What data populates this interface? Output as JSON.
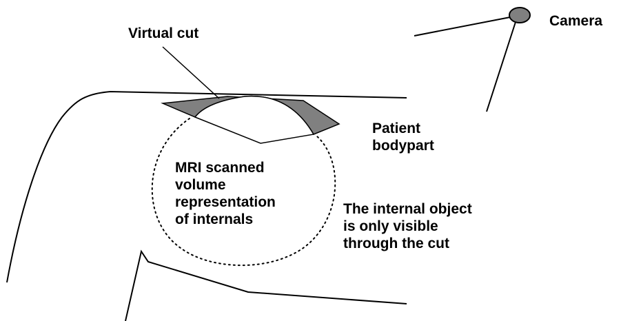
{
  "diagram": {
    "labels": {
      "camera": "Camera",
      "virtual_cut": "Virtual cut",
      "patient_bodypart": [
        "Patient",
        "bodypart"
      ],
      "mri_volume": [
        "MRI scanned",
        "volume",
        "representation",
        "of internals"
      ],
      "internal_object": [
        "The internal object",
        "is only visible",
        "through the cut"
      ]
    },
    "colors": {
      "line": "#000000",
      "cut_fill": "#808080",
      "background": "#ffffff"
    },
    "styles": {
      "mri_volume_outline": "dotted",
      "body_outline": "solid"
    }
  }
}
